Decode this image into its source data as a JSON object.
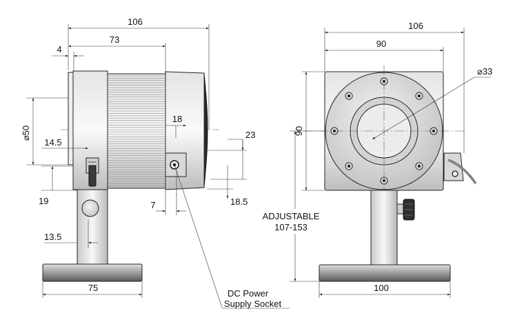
{
  "side_view": {
    "dim_overall_length": "106",
    "dim_body_length": "73",
    "dim_front_offset": "4",
    "dim_diameter": "⌀50",
    "dim_knob_offset": "14.5",
    "dim_socket_height": "18",
    "dim_socket_width": "23",
    "dim_socket_x": "7",
    "dim_socket_bottom": "18.5",
    "dim_post_top": "19",
    "dim_post_offset": "13.5",
    "dim_base_width": "75"
  },
  "front_view": {
    "dim_overall_width": "106",
    "dim_plate_width": "90",
    "dim_plate_height": "90",
    "dim_aperture": "⌀33",
    "dim_base_width": "100",
    "adjustable_label": "ADJUSTABLE",
    "adjustable_range": "107-153"
  },
  "callout": {
    "line1": "DC Power",
    "line2": "Supply Socket"
  }
}
